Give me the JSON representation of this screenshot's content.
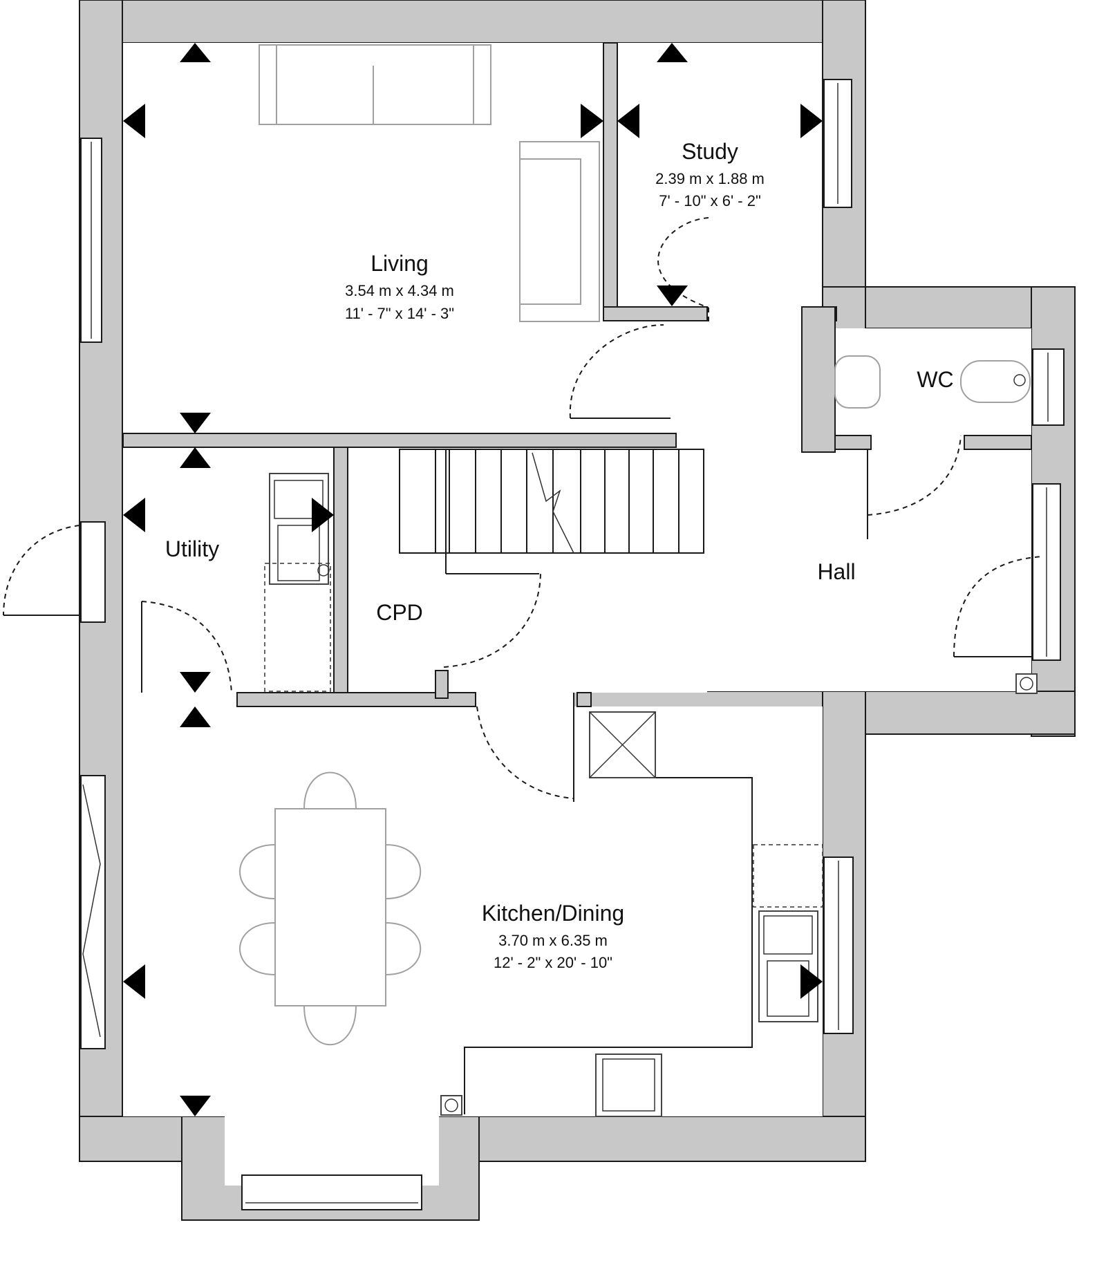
{
  "rooms": {
    "living": {
      "name": "Living",
      "metric": "3.54 m x  4.34 m",
      "imperial": "11' - 7\" x  14' - 3\""
    },
    "study": {
      "name": "Study",
      "metric": "2.39 m x  1.88 m",
      "imperial": "7' - 10\" x  6' - 2\""
    },
    "wc": {
      "name": "WC"
    },
    "utility": {
      "name": "Utility"
    },
    "cpd": {
      "name": "CPD"
    },
    "hall": {
      "name": "Hall"
    },
    "kitchen": {
      "name": "Kitchen/Dining",
      "metric": "3.70 m x  6.35 m",
      "imperial": "12' - 2\" x  20' - 10\""
    }
  },
  "colors": {
    "wall_fill": "#c8c8c8",
    "line": "#1a1a1a",
    "furniture": "#a0a0a0"
  }
}
